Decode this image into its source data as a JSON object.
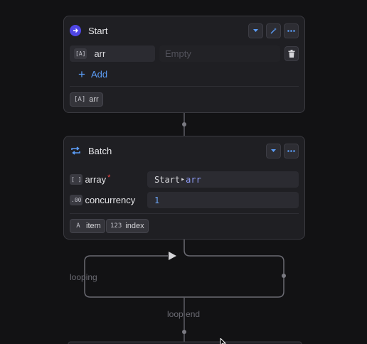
{
  "start_node": {
    "title": "Start",
    "icon": "start-icon",
    "header_buttons": [
      "chevron-down-icon",
      "magic-wand-icon",
      "more-icon"
    ],
    "input": {
      "type_badge": "[A]",
      "name": "arr",
      "value_placeholder": "Empty"
    },
    "add_label": "Add",
    "outputs": [
      {
        "type_badge": "[A]",
        "name": "arr"
      }
    ]
  },
  "batch_node": {
    "title": "Batch",
    "icon": "batch-icon",
    "header_buttons": [
      "chevron-down-icon",
      "more-icon"
    ],
    "params": [
      {
        "type_badge": "[ ]",
        "label": "array",
        "required": "*",
        "ref_source": "Start",
        "ref_arrow": "▸",
        "ref_var": "arr"
      },
      {
        "type_badge": ".00",
        "label": "concurrency",
        "value": "1"
      }
    ],
    "outputs": [
      {
        "type_badge": "A",
        "name": "item"
      },
      {
        "type_badge": "123",
        "name": "index"
      }
    ]
  },
  "loop": {
    "looping_label": "looping",
    "loop_end_label": "loop end"
  },
  "colors": {
    "background": "#121214",
    "node_bg": "#1f1f23",
    "accent_blue": "#5b9cf5",
    "required_red": "#ef4444",
    "ref_var": "#8f9cf7"
  }
}
